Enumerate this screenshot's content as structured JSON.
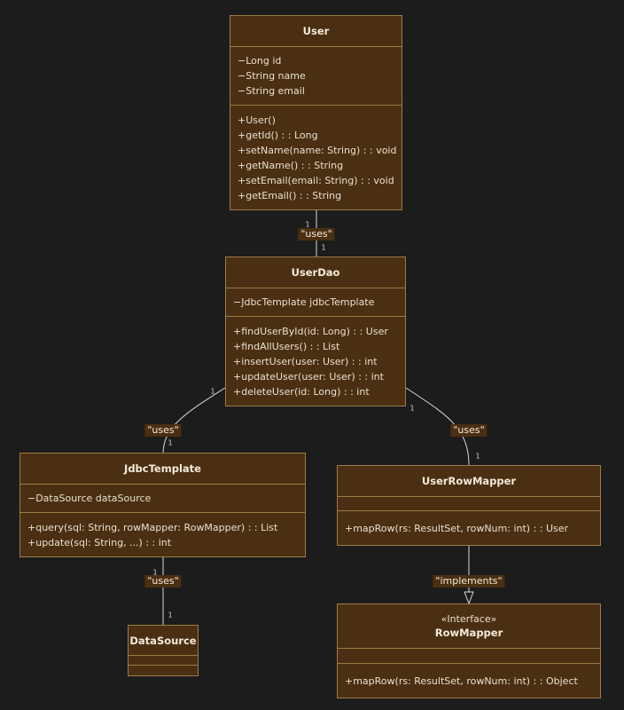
{
  "classes": {
    "user": {
      "name": "User",
      "attributes": [
        "−Long id",
        "−String name",
        "−String email"
      ],
      "methods": [
        "+User()",
        "+getId() : : Long",
        "+setName(name: String) : : void",
        "+getName() : : String",
        "+setEmail(email: String) : : void",
        "+getEmail() : : String"
      ]
    },
    "userdao": {
      "name": "UserDao",
      "attributes": [
        "−JdbcTemplate jdbcTemplate"
      ],
      "methods": [
        "+findUserById(id: Long) : : User",
        "+findAllUsers() : : List",
        "+insertUser(user: User) : : int",
        "+updateUser(user: User) : : int",
        "+deleteUser(id: Long) : : int"
      ]
    },
    "jdbctemplate": {
      "name": "JdbcTemplate",
      "attributes": [
        "−DataSource dataSource"
      ],
      "methods": [
        "+query(sql: String, rowMapper: RowMapper) : : List",
        "+update(sql: String, ...) : : int"
      ]
    },
    "userrowmapper": {
      "name": "UserRowMapper",
      "attributes": [],
      "methods": [
        "+mapRow(rs: ResultSet, rowNum: int) : : User"
      ]
    },
    "datasource": {
      "name": "DataSource",
      "attributes": [],
      "methods": []
    },
    "rowmapper": {
      "stereotype": "«Interface»",
      "name": "RowMapper",
      "attributes": [],
      "methods": [
        "+mapRow(rs: ResultSet, rowNum: int) : : Object"
      ]
    }
  },
  "relations": {
    "user_userdao": {
      "label": "\"uses\"",
      "from_mult": "1",
      "to_mult": "1"
    },
    "userdao_jdbctemplate": {
      "label": "\"uses\"",
      "from_mult": "1",
      "to_mult": "1"
    },
    "userdao_userrowmapper": {
      "label": "\"uses\"",
      "from_mult": "1",
      "to_mult": "1"
    },
    "jdbctemplate_datasource": {
      "label": "\"uses\"",
      "from_mult": "1",
      "to_mult": "1"
    },
    "userrowmapper_rowmapper": {
      "label": "\"implements\""
    }
  },
  "colors": {
    "background": "#1c1c1c",
    "box_fill": "#4b2f12",
    "box_border": "#9c7a46",
    "line": "#d8d8d8",
    "text": "#e9e0d0"
  }
}
